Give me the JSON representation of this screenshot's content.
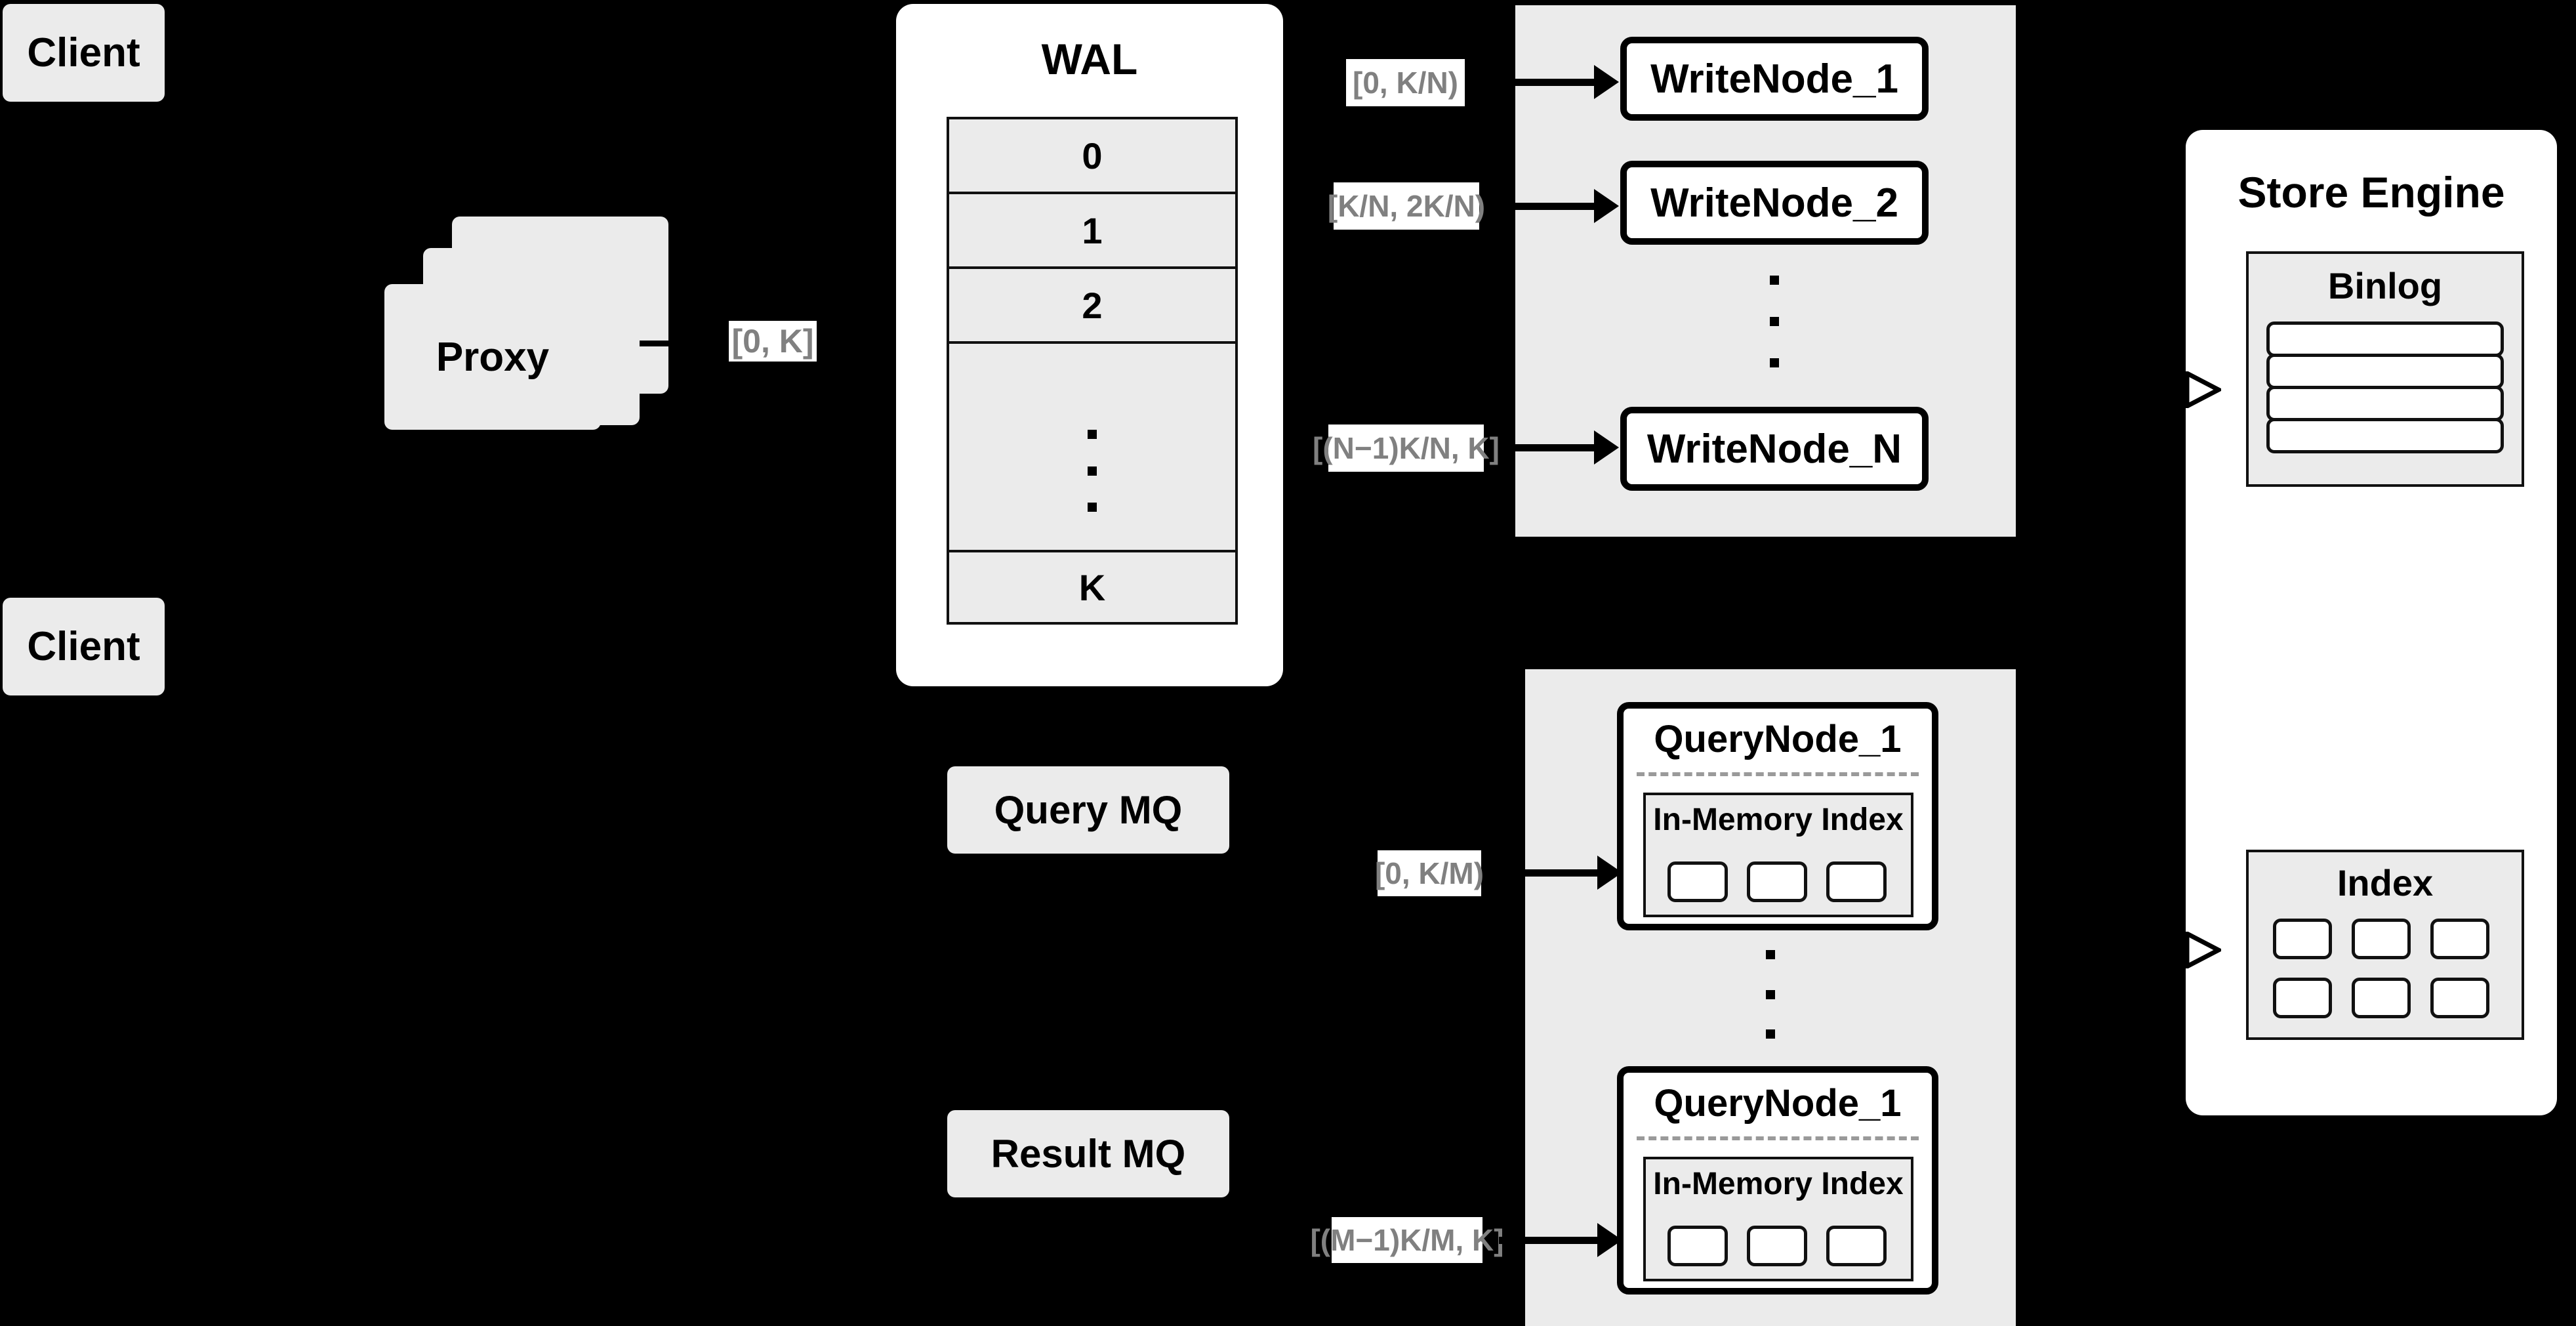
{
  "diagram": {
    "title": "Distributed Write/Query Architecture",
    "colors": {
      "background": "#000000",
      "shape_fill": "#ebebeb",
      "panel_fill": "#ffffff",
      "stroke": "#111111",
      "label_text": "#808080"
    }
  },
  "clients": [
    {
      "label": "Client"
    },
    {
      "label": "Client"
    }
  ],
  "proxy": {
    "label": "Proxy",
    "stack_count": 3,
    "output_label": "[0, K]"
  },
  "wal": {
    "title": "WAL",
    "slots": [
      {
        "label": "0"
      },
      {
        "label": "1"
      },
      {
        "label": "2"
      },
      {
        "label": "⋮",
        "is_ellipsis": true
      },
      {
        "label": "K"
      }
    ]
  },
  "write_group": {
    "nodes": [
      {
        "label": "WriteNode_1",
        "range": "[0,  K/N)"
      },
      {
        "label": "WriteNode_2",
        "range": "[K/N, 2K/N)"
      },
      {
        "label": "WriteNode_N",
        "range": "[(N−1)K/N,  K]"
      }
    ],
    "ellipsis": "⋮"
  },
  "query_group": {
    "nodes": [
      {
        "label": "QueryNode_1",
        "range": "[0, K/M)",
        "index_title": "In-Memory Index",
        "index_cells": 3
      },
      {
        "label": "QueryNode_1",
        "range": "[(M−1)K/M, K]",
        "index_title": "In-Memory Index",
        "index_cells": 3
      }
    ],
    "ellipsis": "⋮"
  },
  "queues": [
    {
      "label": "Query MQ"
    },
    {
      "label": "Result MQ"
    }
  ],
  "store_engine": {
    "title": "Store Engine",
    "binlog": {
      "title": "Binlog",
      "rows": 4
    },
    "index": {
      "title": "Index",
      "rows": 2,
      "cols": 3
    }
  }
}
